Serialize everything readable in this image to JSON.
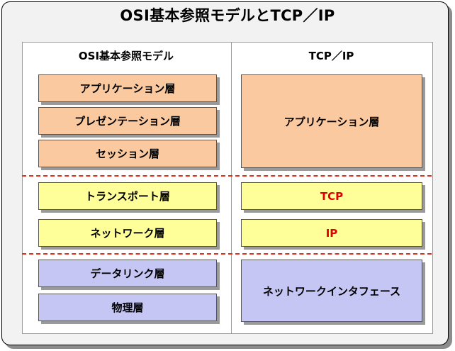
{
  "title": "OSI基本参照モデルとTCP／IP",
  "columns": {
    "osi_header": "OSI基本参照モデル",
    "tcpip_header": "TCP／IP"
  },
  "osi_layers": [
    "アプリケーション層",
    "プレゼンテーション層",
    "セッション層",
    "トランスポート層",
    "ネットワーク層",
    "データリンク層",
    "物理層"
  ],
  "tcpip_layers": [
    "アプリケーション層",
    "TCP",
    "IP",
    "ネットワークインタフェース"
  ],
  "colors": {
    "application_group": "#fbc99f",
    "transport_network_group": "#ffff99",
    "link_group": "#c6c6f5",
    "divider": "#e0301e",
    "protocol_text": "#e00000"
  }
}
